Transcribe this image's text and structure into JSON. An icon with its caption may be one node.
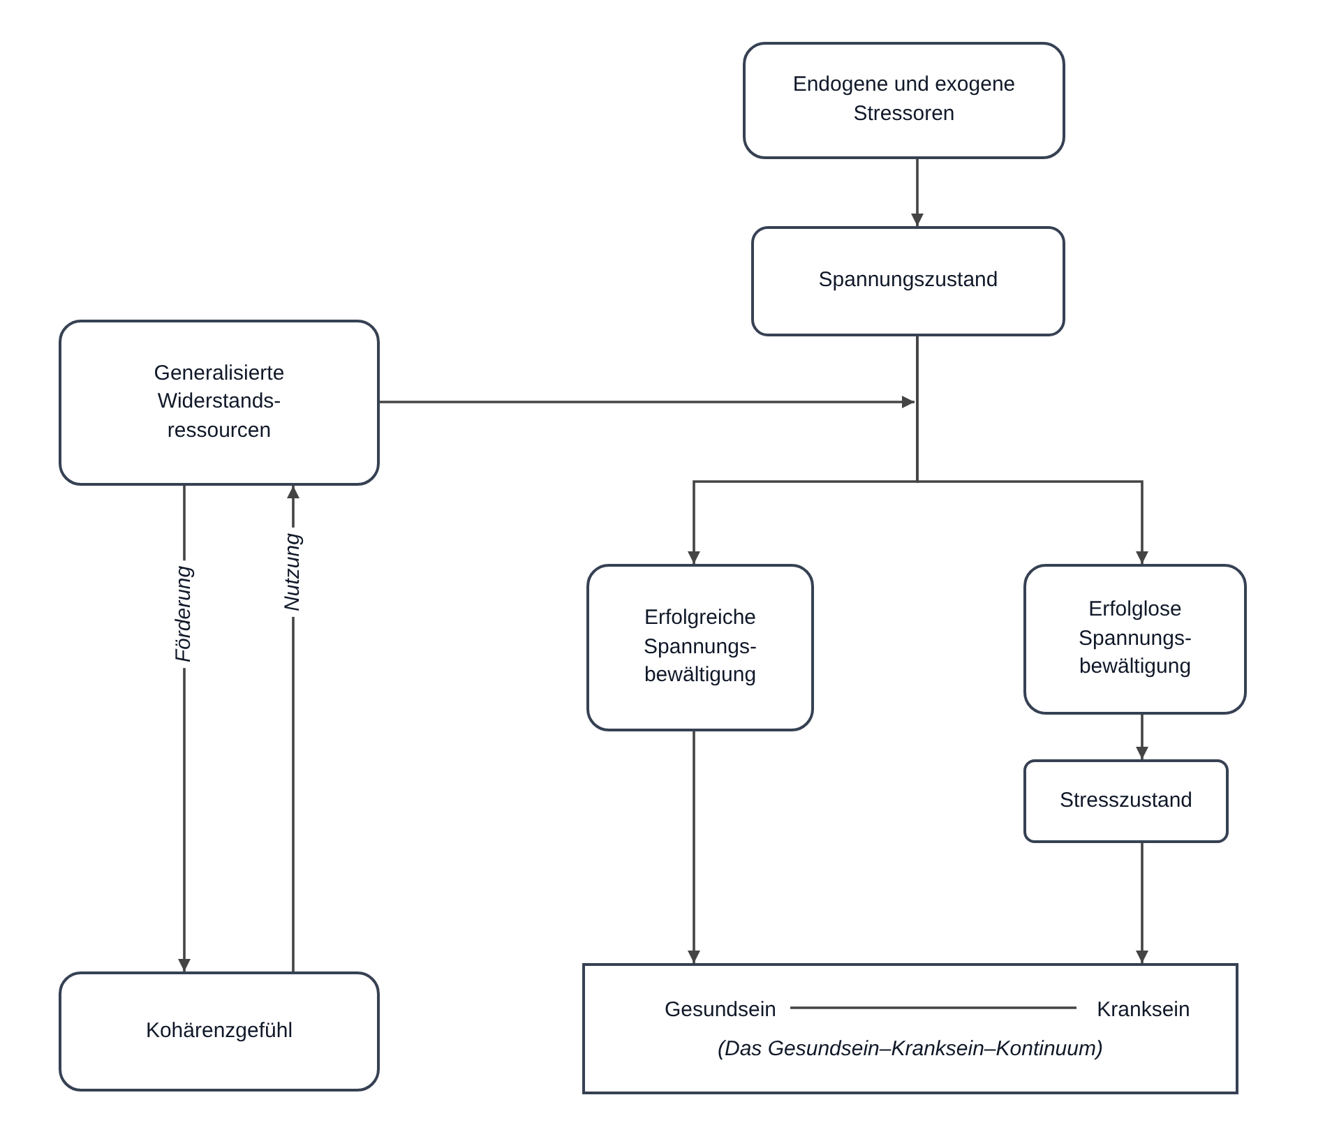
{
  "diagram": {
    "nodes": [
      {
        "text": [
          "Endogene und exogene Stressoren"
        ]
      },
      {
        "text": [
          "Spannungszustand"
        ]
      },
      {
        "text": [
          "Generalisierte Widerstands-ressourcen"
        ]
      },
      {
        "text": [
          "Erfolgreiche Spannungs-bewältigung"
        ]
      },
      {
        "text": [
          "Erfolglose Spannungs-bewältigung"
        ]
      },
      {
        "text": [
          "Stresszustand"
        ]
      },
      {
        "text": [
          "(Das Gesundsein–Kranksein–Kontinuum)"
        ]
      },
      {
        "text": [
          "Gesundsein"
        ],
        "in": 6
      },
      {
        "text": [
          "Kranksein"
        ],
        "in": 6
      },
      {
        "text": [
          "Kohärenzgefühl"
        ]
      }
    ],
    "edges": [
      {
        "from": 0,
        "to": 1,
        "arrow": "to"
      },
      {
        "from": 1,
        "to": 3,
        "arrow": "to"
      },
      {
        "from": 1,
        "to": 4,
        "arrow": "to"
      },
      {
        "from": 2,
        "to": null,
        "arrow": "to"
      },
      {
        "from": 2,
        "to": 9,
        "arrow": "to",
        "label": "Förderung"
      },
      {
        "from": 9,
        "to": 2,
        "arrow": "to",
        "label": "Nutzung"
      },
      {
        "from": 3,
        "to": 6,
        "arrow": "to"
      },
      {
        "from": 4,
        "to": 5,
        "arrow": "to"
      },
      {
        "from": 5,
        "to": 6,
        "arrow": "to"
      },
      {
        "from": 7,
        "to": 8,
        "arrow": "none"
      }
    ]
  }
}
